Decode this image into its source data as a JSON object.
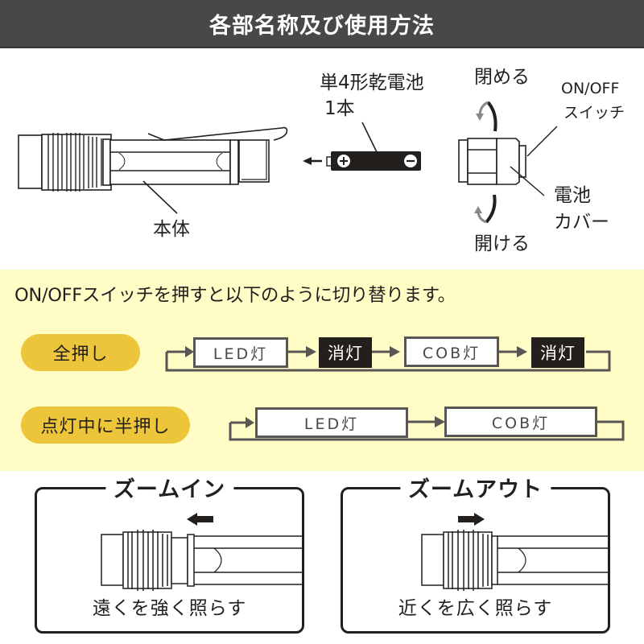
{
  "header": {
    "title": "各部名称及び使用方法"
  },
  "parts": {
    "body_label": "本体",
    "battery_label_line1": "単4形乾電池",
    "battery_label_line2": "1本",
    "battery_plus": "+",
    "battery_minus": "−",
    "close_label": "閉める",
    "open_label": "開ける",
    "switch_label_line1": "ON/OFF",
    "switch_label_line2": "スイッチ",
    "cover_label_line1": "電池",
    "cover_label_line2": "カバー"
  },
  "modes": {
    "intro": "ON/OFFスイッチを押すと以下のように切り替ります。",
    "full_press": {
      "label": "全押し",
      "steps": [
        "LED灯",
        "消灯",
        "COB灯",
        "消灯"
      ]
    },
    "half_press": {
      "label": "点灯中に半押し",
      "steps": [
        "LED灯",
        "COB灯"
      ]
    }
  },
  "zoom": {
    "zoom_in": {
      "title": "ズームイン",
      "caption": "遠くを強く照らす",
      "direction": "left"
    },
    "zoom_out": {
      "title": "ズームアウト",
      "caption": "近くを広く照らす",
      "direction": "right"
    }
  },
  "colors": {
    "header_bg": "#4a4846",
    "modes_bg": "#fffcc6",
    "pill": "#edc53b",
    "off_box": "#231f1c",
    "line": "#585654"
  }
}
